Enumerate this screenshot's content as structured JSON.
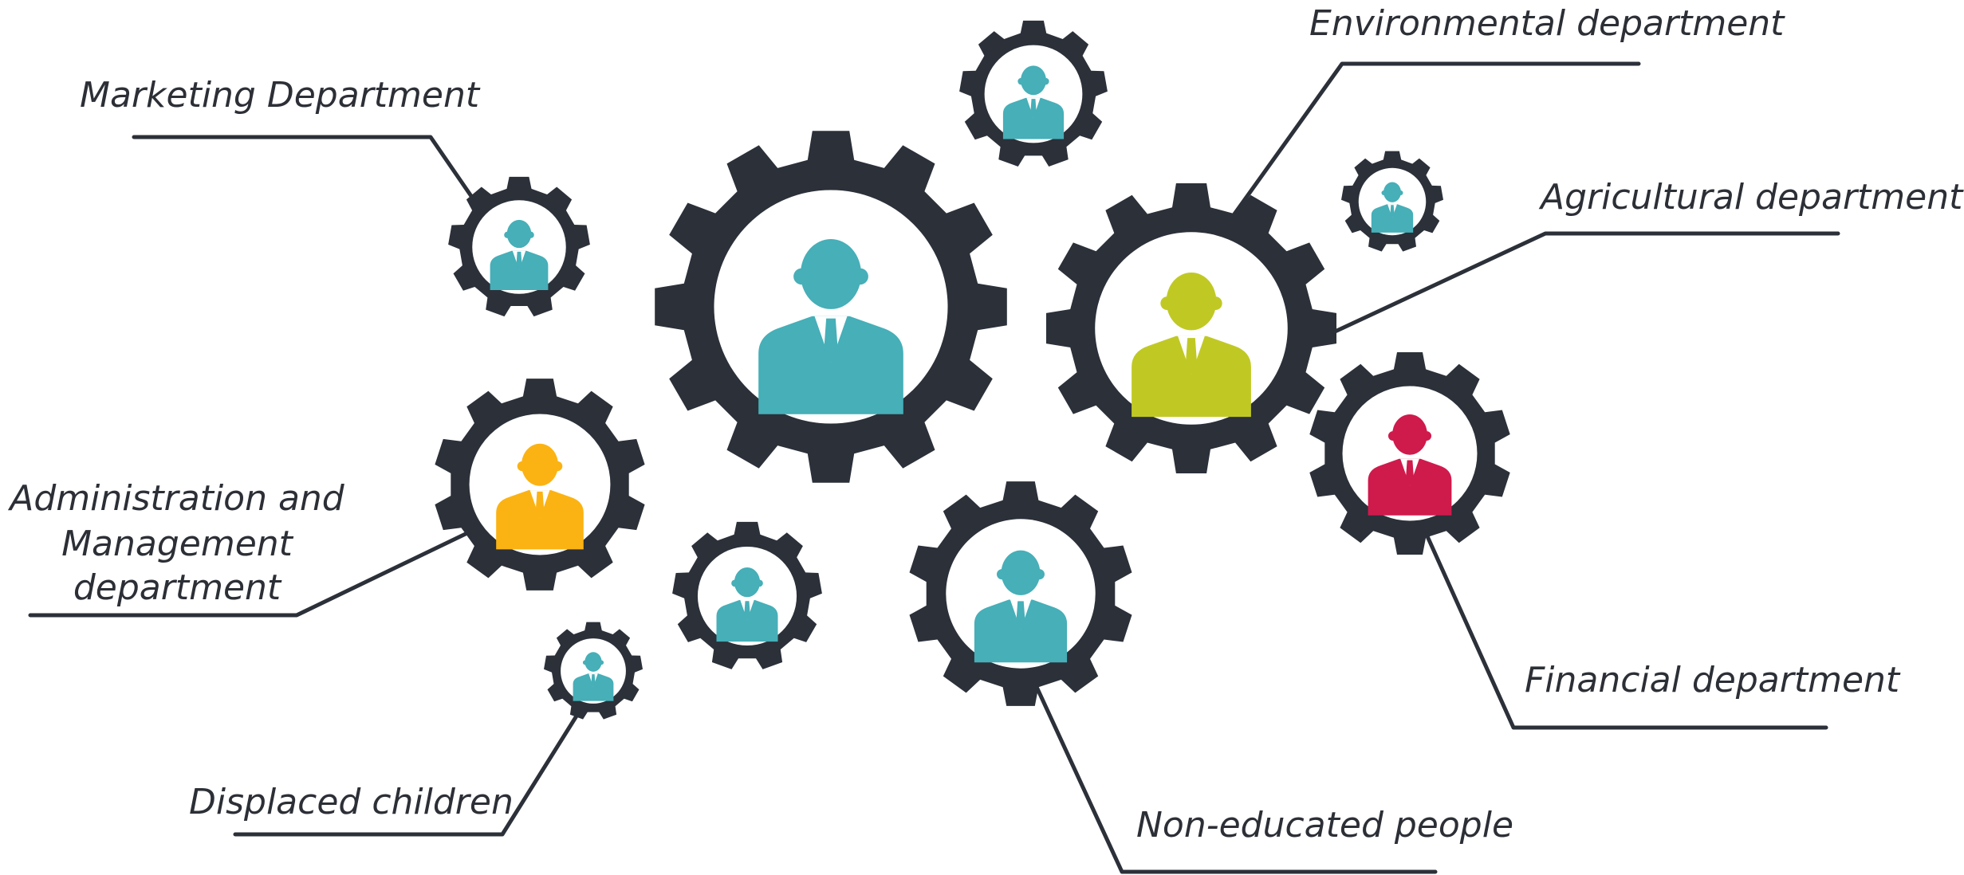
{
  "diagram": {
    "colors": {
      "gear": "#2b3039",
      "line": "#2b3039",
      "text": "#2c2f36",
      "teal": "#46afb8",
      "lime": "#c0c924",
      "amber": "#fbb313",
      "crimson": "#cf1a4c"
    },
    "icons": {
      "gear": "gear-icon",
      "person": "person-icon"
    },
    "labels": {
      "marketing": "Marketing Department",
      "environmental": "Environmental department",
      "agricultural": "Agricultural department",
      "admin_line1": "Administration and",
      "admin_line2": "Management",
      "admin_line3": "department",
      "financial": "Financial department",
      "displaced": "Displaced children",
      "non_educated": "Non-educated people"
    }
  }
}
